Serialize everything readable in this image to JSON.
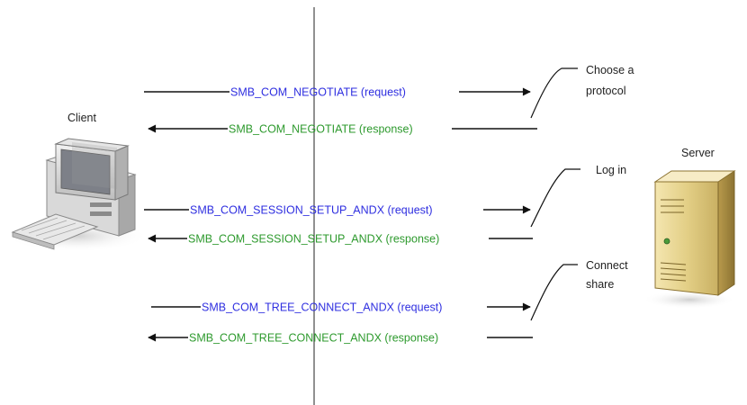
{
  "diagram": {
    "client_label": "Client",
    "server_label": "Server",
    "colors": {
      "request": "#2f2fe0",
      "response": "#2e9a2e",
      "line": "#111111",
      "divider": "#555555"
    },
    "messages": [
      {
        "label": "SMB_COM_NEGOTIATE (request)",
        "direction": "request"
      },
      {
        "label": "SMB_COM_NEGOTIATE (response)",
        "direction": "response"
      },
      {
        "label": "SMB_COM_SESSION_SETUP_ANDX (request)",
        "direction": "request"
      },
      {
        "label": "SMB_COM_SESSION_SETUP_ANDX (response)",
        "direction": "response"
      },
      {
        "label": "SMB_COM_TREE_CONNECT_ANDX (request)",
        "direction": "request"
      },
      {
        "label": "SMB_COM_TREE_CONNECT_ANDX (response)",
        "direction": "response"
      }
    ],
    "annotations": [
      {
        "lines": [
          "Choose a",
          "protocol"
        ]
      },
      {
        "lines": [
          "Log in"
        ]
      },
      {
        "lines": [
          "Connect",
          "share"
        ]
      }
    ]
  }
}
